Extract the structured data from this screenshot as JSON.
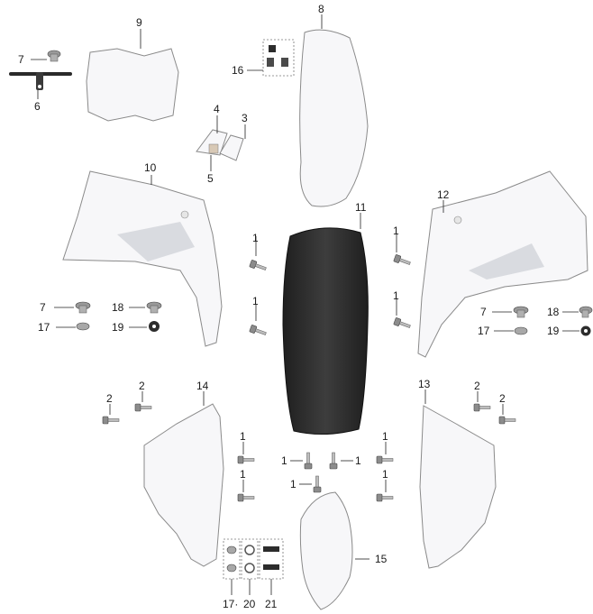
{
  "callouts": {
    "c1": "1",
    "c2": "2",
    "c3": "3",
    "c4": "4",
    "c5": "5",
    "c6": "6",
    "c7": "7",
    "c8": "8",
    "c9": "9",
    "c10": "10",
    "c11": "11",
    "c12": "12",
    "c13": "13",
    "c14": "14",
    "c15": "15",
    "c16": "16",
    "c17": "17",
    "c17b": "17·",
    "c18": "18",
    "c19": "19",
    "c20": "20",
    "c21": "21"
  },
  "colors": {
    "plastic": "#f7f7f9",
    "seat": "#2e2e2e",
    "hardware": "#8c8c8c"
  }
}
